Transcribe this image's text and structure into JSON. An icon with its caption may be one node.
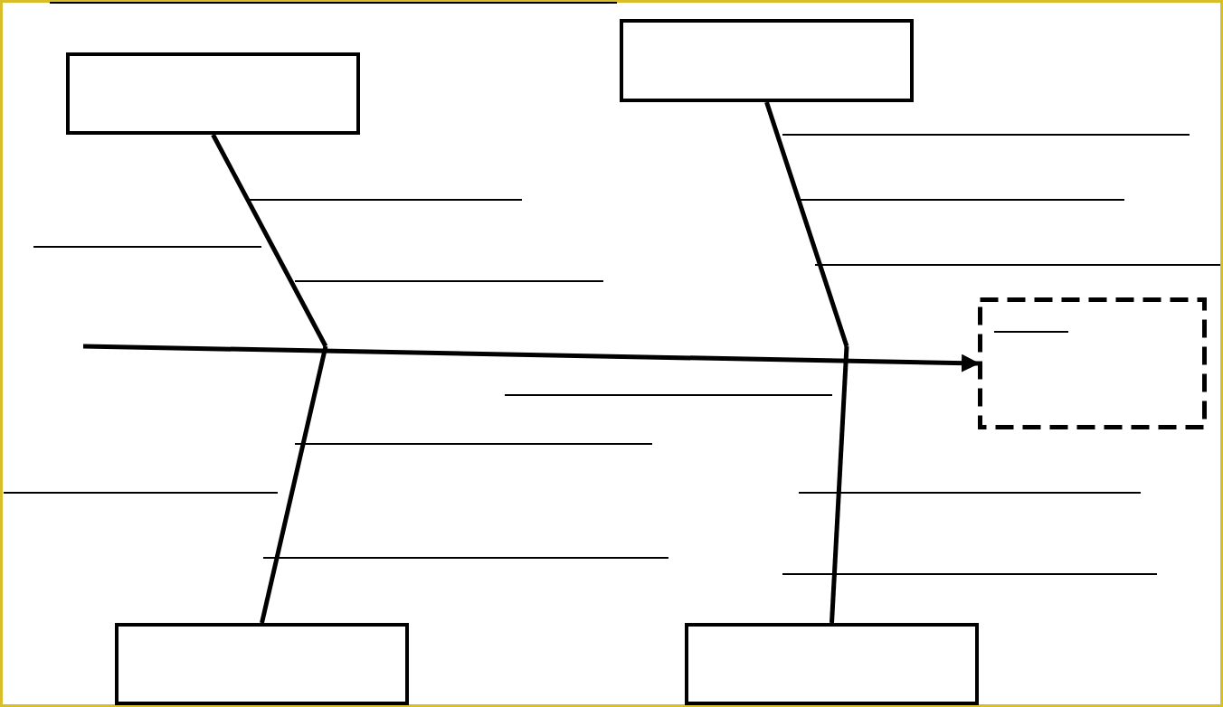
{
  "diagram": {
    "nodes": [
      {
        "text": [],
        "shape": "box"
      },
      {
        "text": [],
        "shape": "box"
      },
      {
        "text": [],
        "shape": "box"
      },
      {
        "text": [],
        "shape": "box"
      },
      {
        "text": [],
        "shape": "box"
      }
    ],
    "edges": [
      {
        "from": null,
        "to": 4,
        "arrow": "to"
      },
      {
        "from": 0,
        "to": null,
        "arrow": "none"
      },
      {
        "from": 1,
        "to": null,
        "arrow": "none"
      },
      {
        "from": 2,
        "to": null,
        "arrow": "none"
      },
      {
        "from": 3,
        "to": null,
        "arrow": "none"
      }
    ]
  }
}
